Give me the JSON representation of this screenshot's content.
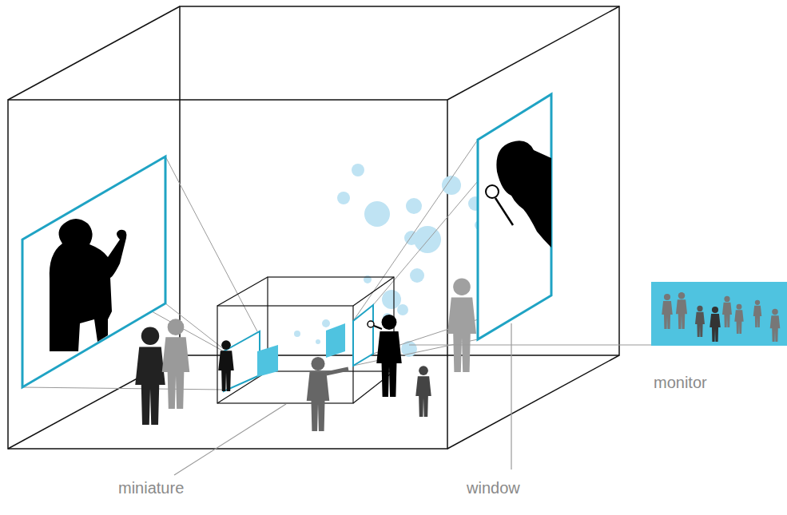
{
  "diagram": {
    "labels": [
      "miniature",
      "window",
      "monitor"
    ]
  }
}
